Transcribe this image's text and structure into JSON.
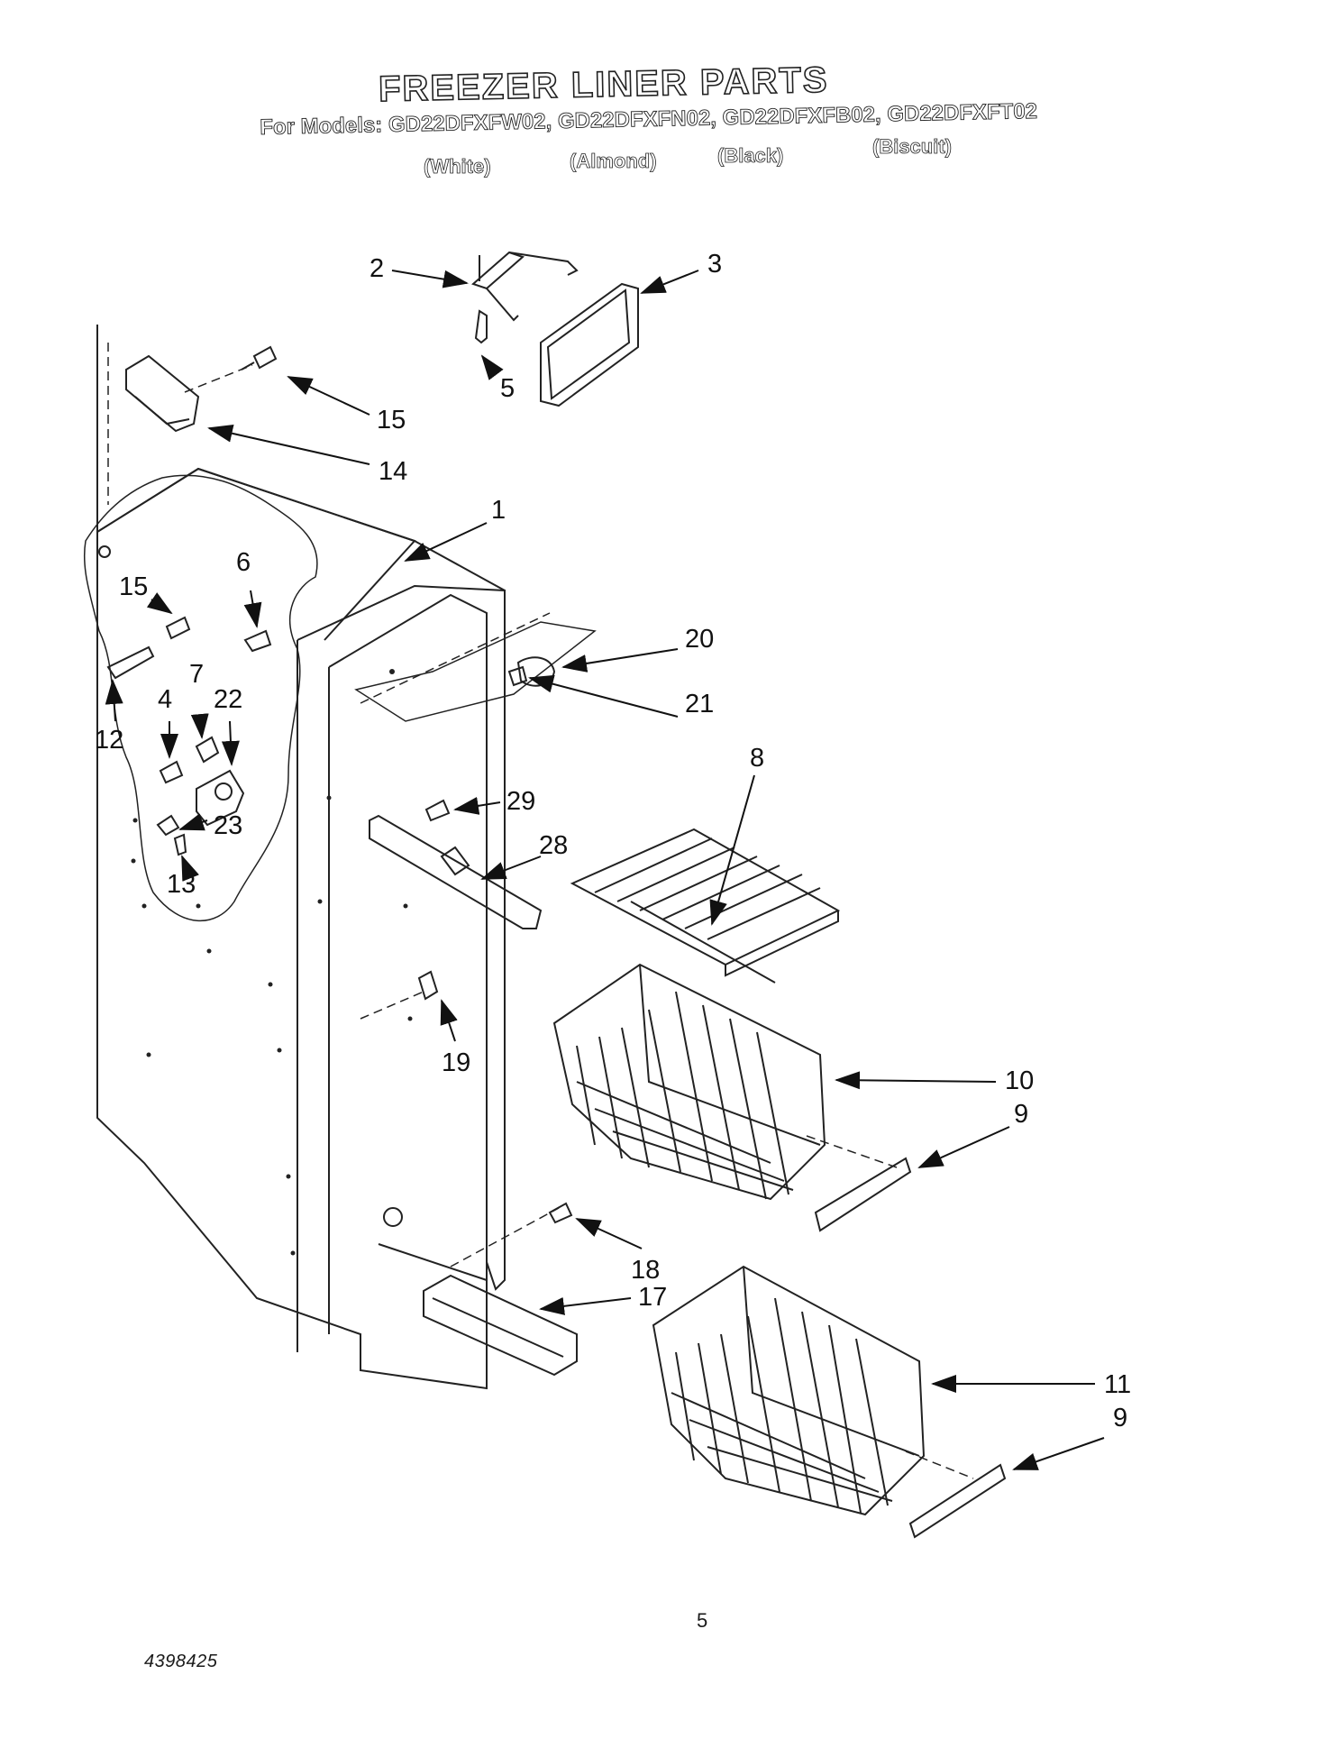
{
  "header": {
    "title": "FREEZER LINER PARTS",
    "models_prefix": "For Models:",
    "models": [
      {
        "model": "GD22DFXFW02,",
        "color": "(White)"
      },
      {
        "model": "GD22DFXFN02,",
        "color": "(Almond)"
      },
      {
        "model": "GD22DFXFB02,",
        "color": "(Black)"
      },
      {
        "model": "GD22DFXFT02",
        "color": "(Biscuit)"
      }
    ]
  },
  "callouts": {
    "c1": "1",
    "c2": "2",
    "c3": "3",
    "c4": "4",
    "c5": "5",
    "c6": "6",
    "c7": "7",
    "c8": "8",
    "c9a": "9",
    "c9b": "9",
    "c10": "10",
    "c11": "11",
    "c12": "12",
    "c13": "13",
    "c14": "14",
    "c15a": "15",
    "c15b": "15",
    "c17": "17",
    "c18": "18",
    "c19": "19",
    "c20": "20",
    "c21": "21",
    "c22": "22",
    "c23": "23",
    "c28": "28",
    "c29": "29"
  },
  "footer": {
    "page_number": "5",
    "document_number": "4398425"
  }
}
